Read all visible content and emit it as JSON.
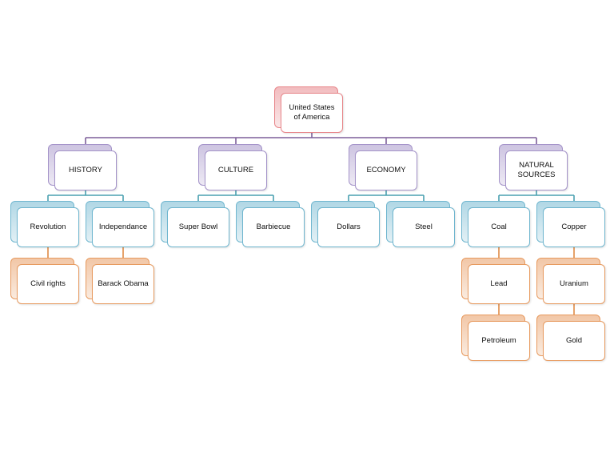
{
  "diagram": {
    "root": {
      "label": "United States\nof America",
      "color": "#e8868a"
    },
    "level1_color": "#a493c9",
    "level2_color": "#6fb6cf",
    "level3_color": "#e79a5f",
    "connector_root": "#7d5f9a",
    "connector_l1": "#4aa0b0",
    "connector_l2": "#e08a45",
    "categories": [
      {
        "label": "HISTORY",
        "children": [
          {
            "label": "Revolution",
            "children": [
              "Civil  rights"
            ]
          },
          {
            "label": "Independance",
            "children": [
              "Barack Obama"
            ]
          }
        ]
      },
      {
        "label": "CULTURE",
        "children": [
          {
            "label": "Super Bowl",
            "children": []
          },
          {
            "label": "Barbiecue",
            "children": []
          }
        ]
      },
      {
        "label": "ECONOMY",
        "children": [
          {
            "label": "Dollars",
            "children": []
          },
          {
            "label": "Steel",
            "children": []
          }
        ]
      },
      {
        "label": "NATURAL\nSOURCES",
        "children": [
          {
            "label": "Coal",
            "children": [
              "Lead",
              "Petroleum"
            ]
          },
          {
            "label": "Copper",
            "children": [
              "Uranium",
              "Gold"
            ]
          }
        ]
      }
    ]
  }
}
